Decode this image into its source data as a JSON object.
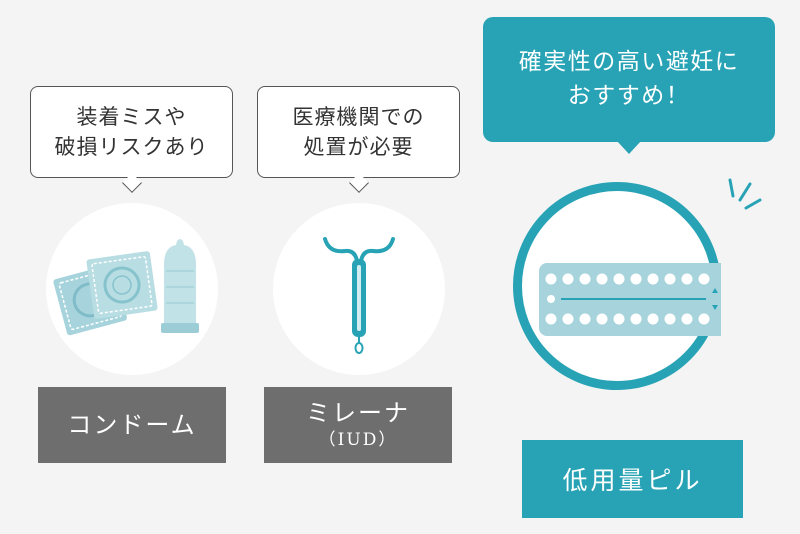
{
  "colors": {
    "background": "#f4f4f4",
    "accent": "#27a3b5",
    "label_gray": "#6e6e6e",
    "icon_light": "#a7d4dc"
  },
  "condom": {
    "bubble_line1": "装着ミスや",
    "bubble_line2": "破損リスクあり",
    "label": "コンドーム",
    "icon": "condom-icon"
  },
  "iud": {
    "bubble_line1": "医療機関での",
    "bubble_line2": "処置が必要",
    "label": "ミレーナ",
    "label_sub": "（IUD）",
    "icon": "iud-icon"
  },
  "pill": {
    "bubble_line1": "確実性の高い避妊に",
    "bubble_line2": "おすすめ！",
    "label": "低用量ピル",
    "icon": "pill-pack-icon"
  }
}
